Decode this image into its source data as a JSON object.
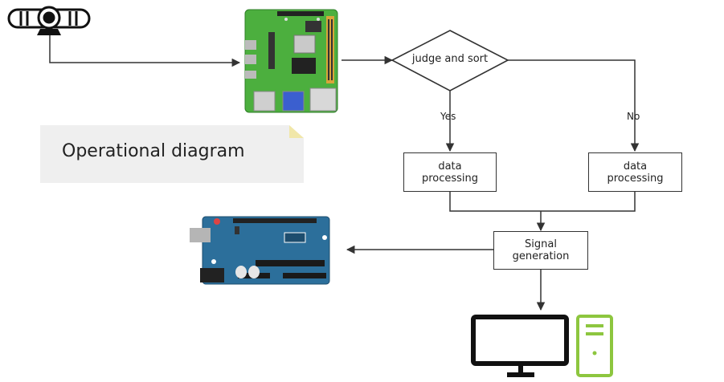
{
  "note": {
    "title": "Operational diagram"
  },
  "flow": {
    "decision": "judge and sort",
    "yes_label": "Yes",
    "no_label": "No",
    "process_left": "data processing",
    "process_right": "data processing",
    "signal": "Signal generation"
  },
  "icons": {
    "camera": "webcam-icon",
    "raspberry_pi": "raspberry-pi-board-icon",
    "arduino": "arduino-uno-board-icon",
    "computer": "desktop-computer-icon"
  },
  "colors": {
    "pi_board": "#4caf3e",
    "arduino_board": "#2c6f9b",
    "computer_tower": "#8dc63f",
    "lines": "#333333"
  }
}
